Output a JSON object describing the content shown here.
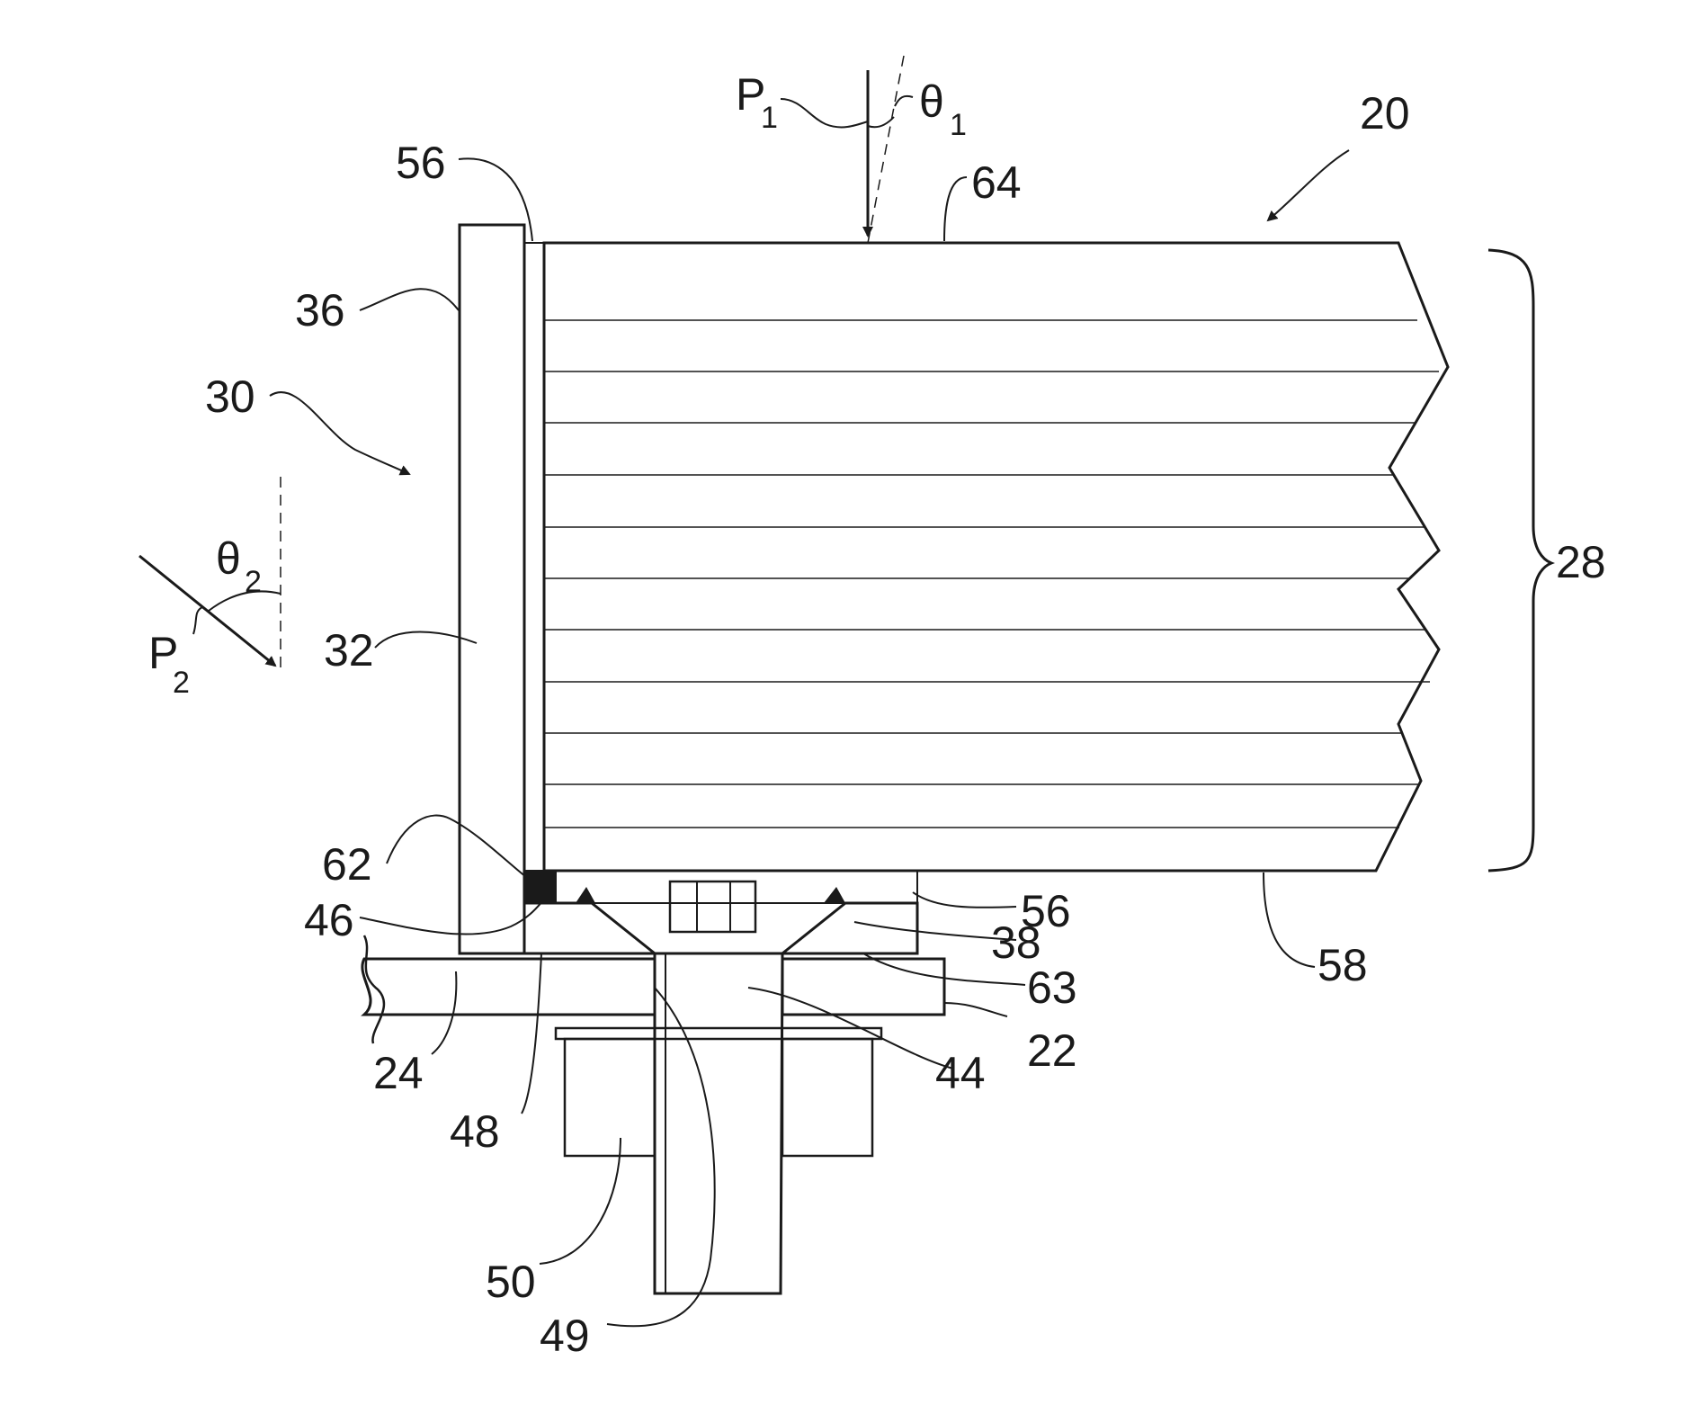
{
  "labels": {
    "l20": "20",
    "l28": "28",
    "l30": "30",
    "l32": "32",
    "l36": "36",
    "l56_top": "56",
    "l56_bot": "56",
    "l64": "64",
    "l62": "62",
    "l46": "46",
    "l38": "38",
    "l63": "63",
    "l22": "22",
    "l44": "44",
    "l24": "24",
    "l48": "48",
    "l50": "50",
    "l49": "49",
    "l58": "58"
  },
  "loads": {
    "p1_main": "P",
    "p1_sub": "1",
    "theta1_main": "θ",
    "theta1_sub": "1",
    "p2_main": "P",
    "p2_sub": "2",
    "theta2_main": "θ",
    "theta2_sub": "2"
  }
}
